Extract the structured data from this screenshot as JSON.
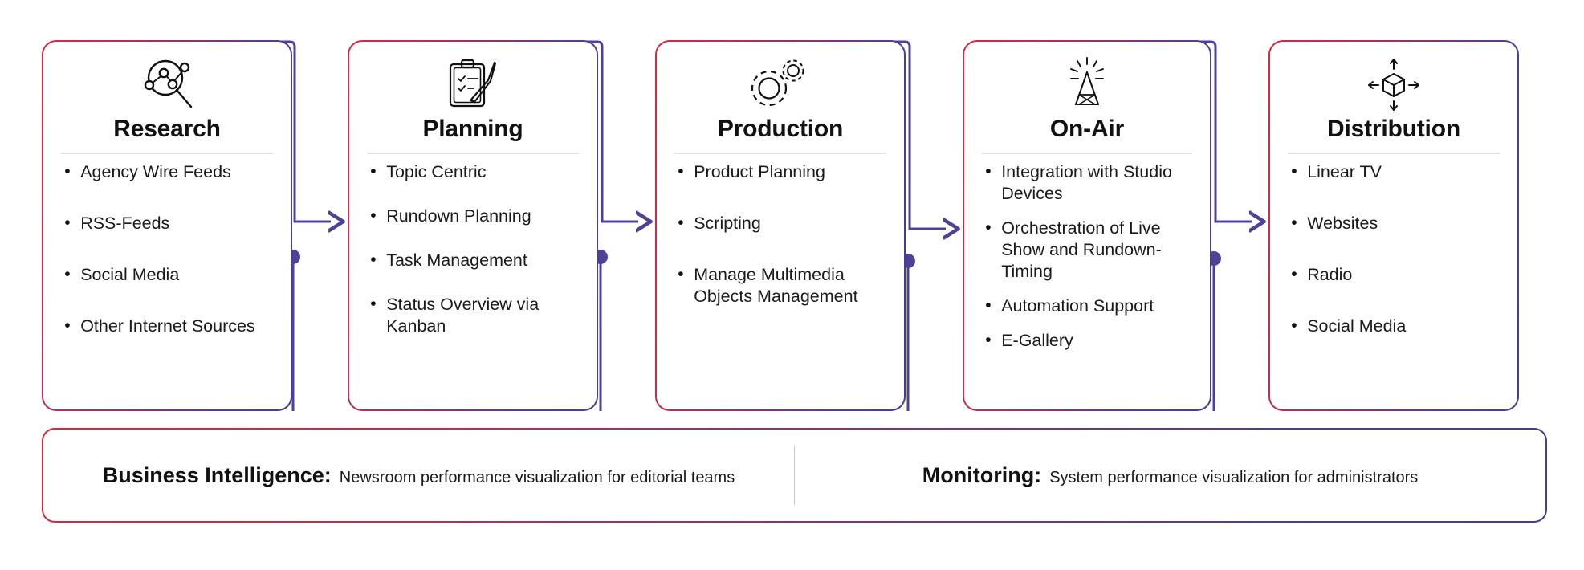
{
  "diagram": {
    "accent_red": "#d6293e",
    "accent_purple": "#463c94",
    "connector_color": "#4f4196",
    "stages": [
      {
        "id": "research",
        "title": "Research",
        "icon": "magnifier-network-icon",
        "bullets": [
          "Agency Wire Feeds",
          "RSS-Feeds",
          "Social Media",
          "Other Internet Sources"
        ]
      },
      {
        "id": "planning",
        "title": "Planning",
        "icon": "clipboard-pencil-icon",
        "bullets": [
          "Topic Centric",
          "Rundown Planning",
          "Task Management",
          "Status Overview via Kanban"
        ]
      },
      {
        "id": "production",
        "title": "Production",
        "icon": "gears-icon",
        "bullets": [
          "Product Planning",
          "Scripting",
          "Manage Multimedia Objects Management"
        ]
      },
      {
        "id": "onair",
        "title": "On-Air",
        "icon": "broadcast-tower-icon",
        "bullets": [
          "Integration with Studio Devices",
          "Orchestration of Live Show and Rundown-Timing",
          "Automation Support",
          "E-Gallery"
        ]
      },
      {
        "id": "distribution",
        "title": "Distribution",
        "icon": "cube-arrows-icon",
        "bullets": [
          "Linear TV",
          "Websites",
          "Radio",
          "Social Media"
        ]
      }
    ],
    "bottom_bar": {
      "left": {
        "label": "Business Intelligence:",
        "description": "Newsroom performance visualization for editorial teams"
      },
      "right": {
        "label": "Monitoring:",
        "description": "System performance visualization for administrators"
      }
    }
  }
}
